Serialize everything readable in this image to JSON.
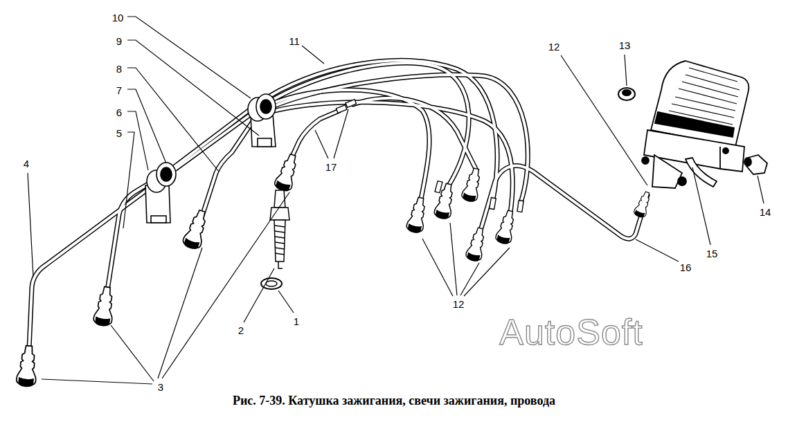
{
  "diagram": {
    "caption": "Рис. 7-39. Катушка зажигания, свечи зажигания, провода",
    "labels": [
      "10",
      "9",
      "8",
      "7",
      "6",
      "5",
      "4",
      "11",
      "12",
      "13",
      "14",
      "15",
      "16",
      "17",
      "2",
      "1",
      "3",
      "12",
      "AutoSoft"
    ]
  }
}
